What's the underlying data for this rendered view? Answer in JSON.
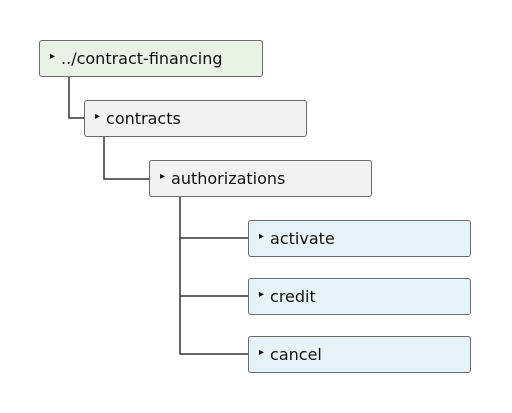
{
  "tree": {
    "caret_glyph": "▸",
    "nodes": {
      "root": {
        "label": "../contract-financing",
        "color": "#e8f3e6"
      },
      "contracts": {
        "label": "contracts",
        "color": "#f2f2f2"
      },
      "authorizations": {
        "label": "authorizations",
        "color": "#f2f2f2"
      },
      "activate": {
        "label": "activate",
        "color": "#e6f4fa"
      },
      "credit": {
        "label": "credit",
        "color": "#e6f4fa"
      },
      "cancel": {
        "label": "cancel",
        "color": "#e6f4fa"
      }
    },
    "edge_color": "#333333",
    "border_color": "#6b6b6b"
  }
}
